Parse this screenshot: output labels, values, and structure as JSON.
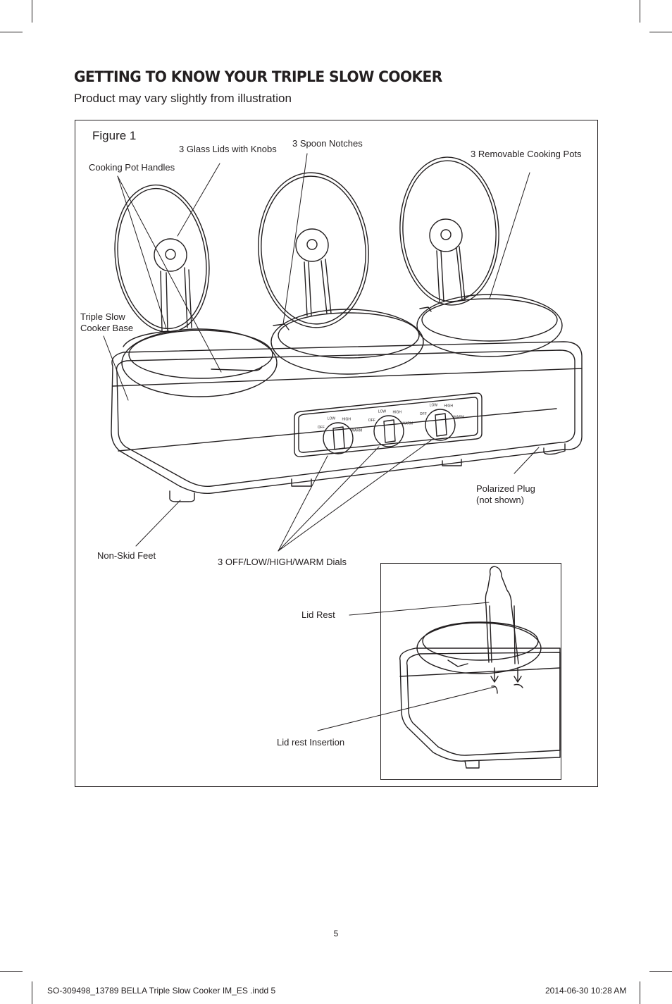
{
  "page": {
    "heading": "GETTING TO KNOW YOUR TRIPLE SLOW COOKER",
    "subheading": "Product may vary slightly from illustration",
    "page_number": "5"
  },
  "figure": {
    "label": "Figure 1",
    "callouts": {
      "glass_lids": "3 Glass Lids with Knobs",
      "spoon_notches": "3 Spoon Notches",
      "cooking_pots": "3 Removable Cooking Pots",
      "pot_handles": "Cooking Pot Handles",
      "base": "Triple Slow\nCooker Base",
      "plug": "Polarized Plug\n(not shown)",
      "feet": "Non-Skid Feet",
      "dials": "3 OFF/LOW/HIGH/WARM Dials",
      "lid_rest": "Lid Rest",
      "lid_rest_insertion": "Lid rest Insertion"
    },
    "dial_marks": [
      "OFF",
      "LOW",
      "HIGH",
      "WARM"
    ]
  },
  "footer": {
    "slug_left": "SO-309498_13789 BELLA Triple Slow Cooker IM_ES .indd   5",
    "slug_right": "2014-06-30   10:28 AM"
  }
}
